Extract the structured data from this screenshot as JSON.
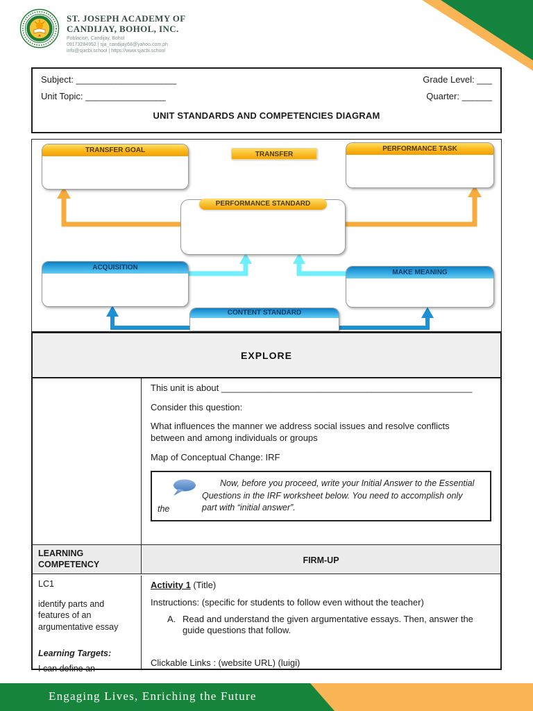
{
  "school": {
    "name_line1": "ST. JOSEPH ACADEMY OF",
    "name_line2": "CANDIJAY, BOHOL, INC.",
    "address": "Poblacion, Candijay, Bohol",
    "contact": "09173284952 | sja_candijay68@yahoo.com.ph",
    "web": "info@sjacbi.school | https://www.sjacbi.school"
  },
  "form": {
    "subject_label": "Subject:",
    "subject_value": "____________________",
    "grade_label": "Grade Level:",
    "grade_value": "___",
    "unit_topic_label": "Unit Topic:",
    "unit_topic_value": "________________",
    "quarter_label": "Quarter:",
    "quarter_value": "______",
    "title": "UNIT STANDARDS AND COMPETENCIES DIAGRAM"
  },
  "diagram": {
    "transfer_goal": "TRANSFER GOAL",
    "transfer": "TRANSFER",
    "performance_task": "PERFORMANCE TASK",
    "performance_standard": "PERFORMANCE STANDARD",
    "acquisition": "ACQUISITION",
    "make_meaning": "MAKE MEANING",
    "content_standard": "CONTENT STANDARD",
    "colors": {
      "gold_header": "#F5A800",
      "orange_arrow": "#F5AC3C",
      "blue_header": "#1F8FD0",
      "cyan_arrow": "#6FEFFB",
      "blue_arrow": "#1E90D6"
    }
  },
  "explore": {
    "title": "EXPLORE",
    "unit_about": "This unit is about __________________________________________________",
    "consider": "Consider this question:",
    "question": "What influences the manner we address social issues and resolve conflicts between and among individuals or groups",
    "map_line": "Map of Conceptual Change:  IRF",
    "note": {
      "line1": "Now, before you proceed, write your Initial Answer to the Essential",
      "line2": "Questions in the IRF worksheet below. You need to accomplish only",
      "hang": "the",
      "line3": "part with “initial answer”."
    }
  },
  "firmup": {
    "learning_competency": "LEARNING COMPETENCY",
    "firm_up": "FIRM-UP",
    "lc1": "LC1",
    "lc_desc": "identify parts and features of an argumentative essay",
    "learning_targets": "Learning Targets:",
    "i_can": "I can define an",
    "activity_bold": "Activity 1",
    "activity_rest": " (Title)",
    "instructions": "Instructions: (specific for students to follow even without the teacher)",
    "item_a_label": "A.",
    "item_a_text": "Read and understand the given argumentative essays. Then, answer the guide questions that follow.",
    "links": "Clickable Links : (website URL) (luigi)"
  },
  "footer": {
    "tagline": "Engaging Lives, Enriching the Future",
    "green": "#17843B",
    "orange": "#F9B455"
  }
}
